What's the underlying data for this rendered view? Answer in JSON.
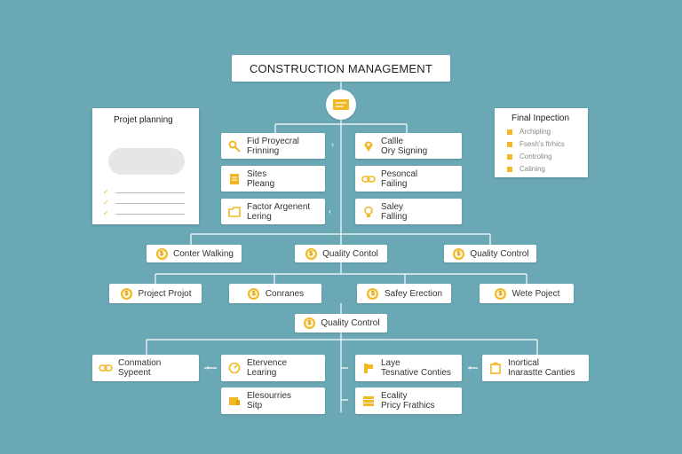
{
  "title": "CONSTRUCTION MANAGEMENT",
  "colors": {
    "background": "#6aa8b6",
    "accent": "#f2b824",
    "box": "#ffffff",
    "connector": "#ffffff"
  },
  "planning": {
    "title": "Projet planning",
    "checklist": [
      "",
      "",
      ""
    ]
  },
  "final_inspection": {
    "title": "Final Inpection",
    "items": [
      "Archipling",
      "Fsesh's ftrhics",
      "Controling",
      "Calining"
    ]
  },
  "upper_left": [
    {
      "line1": "Fid Proyecral",
      "line2": "Frinning",
      "icon": "magnifier-icon"
    },
    {
      "line1": "Sites",
      "line2": "Pleang",
      "icon": "document-icon"
    },
    {
      "line1": "Factor Argenent",
      "line2": "Lering",
      "icon": "folder-icon"
    }
  ],
  "upper_right": [
    {
      "line1": "Callle",
      "line2": "Ory Signing",
      "icon": "location-pin-icon"
    },
    {
      "line1": "Pesoncal",
      "line2": "Failing",
      "icon": "link-icon"
    },
    {
      "line1": "Saley",
      "line2": "Falling",
      "icon": "lightbulb-icon"
    }
  ],
  "level2": [
    "Conter Walking",
    "Quality Contol",
    "Quality Control"
  ],
  "level3": [
    "Project Projot",
    "Conranes",
    "Safey Erection",
    "Wete Poject"
  ],
  "level4": "Quality Control",
  "bottom": {
    "far_left": {
      "line1": "Conmation",
      "line2": "Sypeent",
      "icon": "link-icon"
    },
    "mid_left": [
      {
        "line1": "Etervence",
        "line2": "Learing",
        "icon": "gauge-icon"
      },
      {
        "line1": "Elesourries",
        "line2": "Sitp",
        "icon": "package-icon"
      }
    ],
    "mid_right": [
      {
        "line1": "Laye",
        "line2": "Tesnative Conties",
        "icon": "signpost-icon"
      },
      {
        "line1": "Ecality",
        "line2": "Pricy Frathics",
        "icon": "stack-icon"
      }
    ],
    "far_right": {
      "line1": "Inortical",
      "line2": "Inarastte Canties",
      "icon": "building-icon"
    }
  },
  "arrow_glyph": "›",
  "arrow_glyph_left": "‹",
  "coin_glyph": "$"
}
